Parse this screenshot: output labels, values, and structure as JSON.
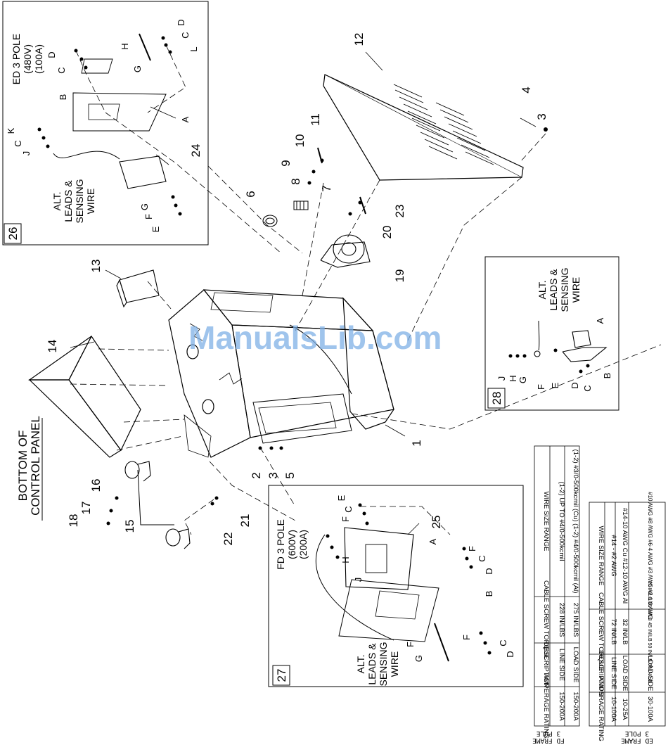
{
  "watermark": "ManualsLib.com",
  "callouts": [
    "1",
    "2",
    "3",
    "4",
    "5",
    "6",
    "7",
    "8",
    "9",
    "10",
    "11",
    "12",
    "13",
    "14",
    "15",
    "16",
    "17",
    "18",
    "19",
    "20",
    "21",
    "22",
    "23",
    "24",
    "25"
  ],
  "panel_26": {
    "number": "26",
    "title_lines": [
      "ED 3 POLE",
      "(480V)",
      "(100A)"
    ],
    "alt_lines": [
      "ALT.",
      "LEADS &",
      "SENSING",
      "WIRE"
    ],
    "letters": [
      "A",
      "B",
      "C",
      "D",
      "G",
      "H",
      "C",
      "D",
      "L",
      "K",
      "C",
      "J",
      "F",
      "G",
      "E"
    ]
  },
  "panel_27": {
    "number": "27",
    "title_lines": [
      "FD 3 POLE",
      "(600V)",
      "(200A)"
    ],
    "alt_lines": [
      "ALT.",
      "LEADS &",
      "SENSING",
      "WIRE"
    ],
    "letters": [
      "E",
      "F",
      "C",
      "A",
      "H",
      "J",
      "F",
      "C",
      "D",
      "B",
      "F",
      "C",
      "D",
      "F",
      "G"
    ]
  },
  "panel_28": {
    "number": "28",
    "alt_lines": [
      "ALT.",
      "LEADS &",
      "SENSING",
      "WIRE"
    ],
    "letters": [
      "A",
      "J",
      "H",
      "G",
      "F",
      "E",
      "D",
      "C",
      "B"
    ]
  },
  "bottom_label": [
    "BOTTOM OF",
    "CONTROL PANEL"
  ],
  "table_upper": {
    "frame_label": [
      "FD FRAME",
      "3 POLE"
    ],
    "headers": [
      "AMPERAGE RATING",
      "DESCRIPTION",
      "CABLE SCREW TORQUE",
      "WIRE SIZE RANGE"
    ],
    "rows": [
      [
        "150-200A",
        "LINE SIDE",
        "228 IN/LBS",
        "(1-2) UP TO #4/0-500kcmil"
      ],
      [
        "150-200A",
        "LOAD SIDE",
        "275 IN/LBS",
        "(1-2) #3/0-500kcmil (Cu)  (1-2) #4/0-500kcmil (Al)"
      ]
    ]
  },
  "table_lower": {
    "frame_label": [
      "ED FRAME",
      "3 POLE"
    ],
    "headers": [
      "AMPERAGE RATING",
      "DESCRIPTION",
      "CABLE SCREW TORQUE",
      "WIRE SIZE RANGE"
    ],
    "rows": [
      [
        "10-100A",
        "LINE SIDE",
        "72 IN/LB",
        "#14 - #2 AWG"
      ],
      [
        "10-25A",
        "LOAD SIDE",
        "32 IN/LB",
        "#14-10 AWG Cu  #12-10 AWG Al"
      ],
      [
        "30-100A",
        "LOAD SIDE",
        "20 IN/LB  36 IN/LB  45 IN/LB  50 IN/LB  60 IN/LB",
        "#10 AWG  #8 AWG  #6-4 AWG  #3 AWG  #2-1/0 AWG"
      ]
    ]
  }
}
